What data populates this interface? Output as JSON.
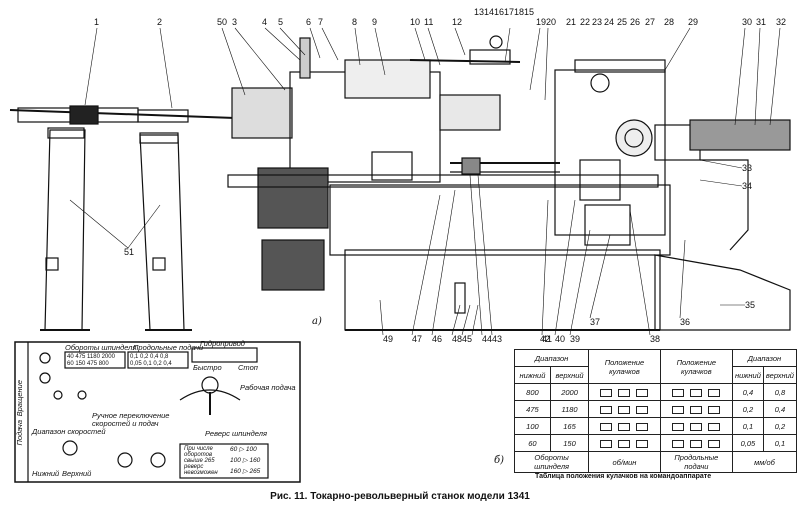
{
  "callouts": [
    "1",
    "2",
    "50",
    "3",
    "4",
    "5",
    "6",
    "7",
    "8",
    "9",
    "10",
    "11",
    "12",
    "13",
    "14",
    "16",
    "17",
    "18",
    "15",
    "19",
    "20",
    "21",
    "22",
    "23",
    "24",
    "25",
    "26",
    "27",
    "28",
    "29",
    "30",
    "31",
    "32",
    "33",
    "34",
    "35",
    "36",
    "37",
    "38",
    "39",
    "40",
    "42",
    "41",
    "43",
    "44",
    "45",
    "48",
    "46",
    "47",
    "49",
    "51"
  ],
  "figure_label_a": "а)",
  "figure_label_b": "б)",
  "caption": "Рис. 11. Токарно-револьверный станок модели 1341",
  "panel": {
    "spindle_revs": "Обороты шпинделя",
    "longitudinal_feeds": "Продольные подачи",
    "hydraulics": "Гидропривод",
    "manual_switching": "Ручное переключение скоростей и подач",
    "spindle_reverse": "Реверс шпинделя",
    "bystro": "Быстро",
    "stop": "Стоп",
    "work_feed": "Рабочая подача",
    "range_speeds": "Диапазон скоростей",
    "lower": "Нижний",
    "upper": "Верхний",
    "note": "При числе оборотов свыше 265 реверс невозможен",
    "ratio_rows": [
      "60 ▷ 100",
      "100 ▷ 160",
      "160 ▷ 265"
    ],
    "side_left": "Вращение",
    "side_left2": "Подача",
    "revs_row1": [
      "40",
      "475",
      "1180",
      "2000"
    ],
    "revs_row2": [
      "60",
      "150",
      "475",
      "800"
    ],
    "feed_row1": [
      "0,1",
      "0,2",
      "0,4",
      "0,8"
    ],
    "feed_row2": [
      "0,05",
      "0,1",
      "0,2",
      "0,4"
    ]
  },
  "table": {
    "title": "Таблица положения кулачков на командоаппарате",
    "col_range": "Диапазон",
    "col_lower": "нижний",
    "col_upper": "верхний",
    "col_cam_pos": "Положение кулачков",
    "col_range2": "Диапазон",
    "rows_left": [
      [
        "800",
        "2000"
      ],
      [
        "475",
        "1180"
      ],
      [
        "100",
        "165"
      ],
      [
        "60",
        "150"
      ]
    ],
    "rows_right": [
      [
        "0,4",
        "0,8"
      ],
      [
        "0,2",
        "0,4"
      ],
      [
        "0,1",
        "0,2"
      ],
      [
        "0,05",
        "0,1"
      ]
    ],
    "footer_left": "Обороты шпинделя",
    "footer_unit_left": "об/мин",
    "footer_right": "Продольные подачи",
    "footer_unit_right": "мм/об"
  }
}
